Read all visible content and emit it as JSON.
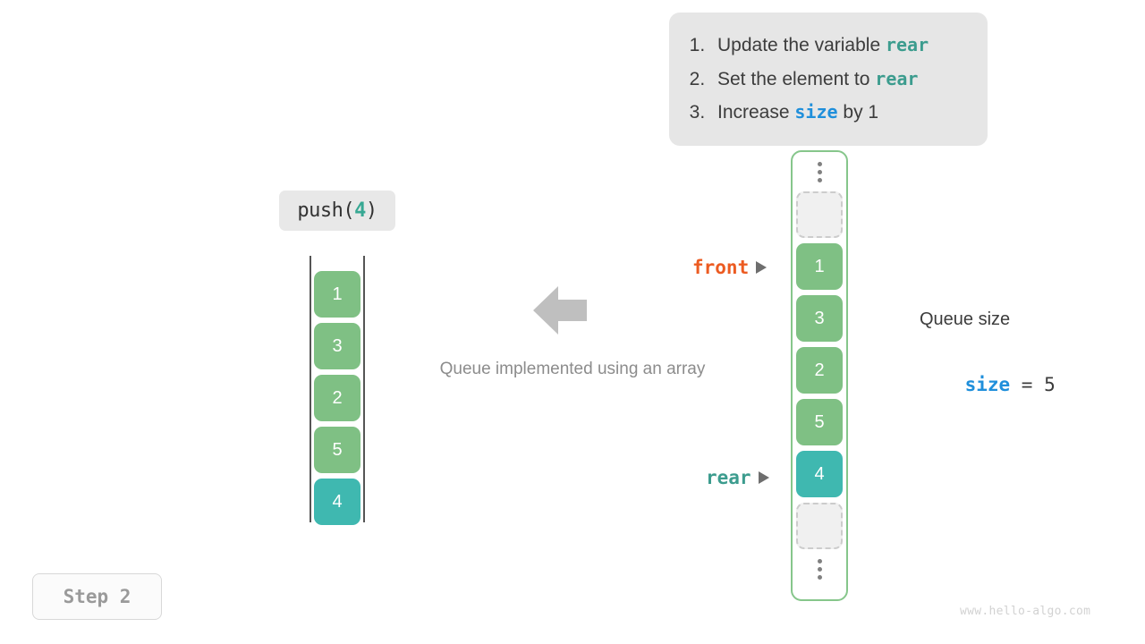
{
  "instructions": {
    "steps": [
      {
        "pre": "Update the variable ",
        "code": "rear",
        "code_color": "teal",
        "post": ""
      },
      {
        "pre": "Set the element to ",
        "code": "rear",
        "code_color": "teal",
        "post": ""
      },
      {
        "pre": "Increase ",
        "code": "size",
        "code_color": "blue",
        "post": " by 1"
      }
    ]
  },
  "operation": {
    "prefix": "push(",
    "argument": "4",
    "suffix": ")"
  },
  "logical_queue": {
    "cells": [
      {
        "value": "1",
        "style": "green"
      },
      {
        "value": "3",
        "style": "green"
      },
      {
        "value": "2",
        "style": "green"
      },
      {
        "value": "5",
        "style": "green"
      },
      {
        "value": "4",
        "style": "teal"
      }
    ]
  },
  "center": {
    "caption": "Queue implemented using an array",
    "arrow_direction": "left"
  },
  "array": {
    "top_ellipsis": "⋮",
    "bottom_ellipsis": "⋮",
    "cells": [
      {
        "value": "",
        "style": "empty"
      },
      {
        "value": "1",
        "style": "green"
      },
      {
        "value": "3",
        "style": "green"
      },
      {
        "value": "2",
        "style": "green"
      },
      {
        "value": "5",
        "style": "green"
      },
      {
        "value": "4",
        "style": "teal"
      },
      {
        "value": "",
        "style": "empty"
      }
    ]
  },
  "pointers": {
    "front": {
      "label": "front",
      "color": "#ec5b21"
    },
    "rear": {
      "label": "rear",
      "color": "#3c9c8e"
    }
  },
  "size_readout": {
    "title": "Queue size",
    "variable": "size",
    "operator": " = ",
    "value": "5"
  },
  "step_badge": {
    "label": "Step 2"
  },
  "watermark": {
    "text": "www.hello-algo.com"
  },
  "colors": {
    "green": "#7fc084",
    "teal": "#3fb8b0",
    "blue": "#1f8fdb",
    "orange": "#ec5b21",
    "container_border": "#86c68b",
    "empty_cell_bg": "#f0f0f0",
    "empty_cell_border": "#cccccc",
    "callout_bg": "#e6e6e6",
    "caption_gray": "#8c8c8c",
    "arrow_gray": "#bfbfbf"
  }
}
